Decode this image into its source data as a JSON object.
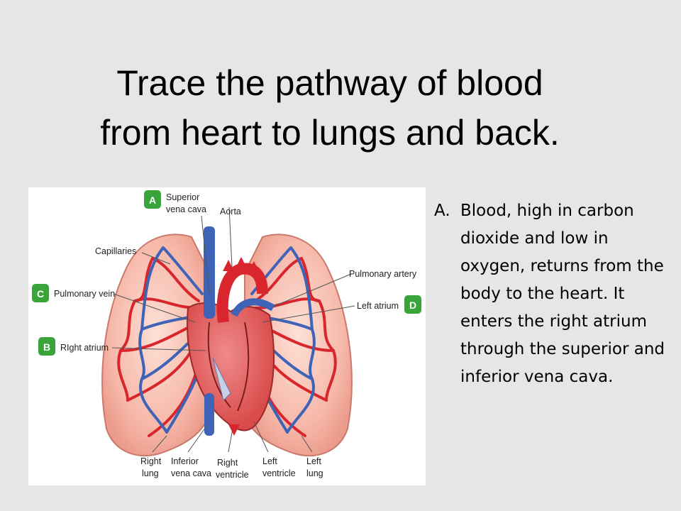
{
  "title": {
    "line1": "Trace the pathway of blood",
    "line2": "from heart to lungs and back."
  },
  "figure": {
    "labels": {
      "superior_vena_cava_1": "Superior",
      "superior_vena_cava_2": "vena cava",
      "aorta": "Aorta",
      "capillaries": "Capillaries",
      "pulmonary_artery": "Pulmonary artery",
      "pulmonary_vein": "Pulmonary vein",
      "left_atrium": "Left atrium",
      "right_atrium": "RIght atrium",
      "right_lung_1": "Right",
      "right_lung_2": "lung",
      "inferior_vena_cava_1": "Inferior",
      "inferior_vena_cava_2": "vena cava",
      "right_ventricle_1": "Right",
      "right_ventricle_2": "ventricle",
      "left_ventricle_1": "Left",
      "left_ventricle_2": "ventricle",
      "left_lung_1": "Left",
      "left_lung_2": "lung"
    },
    "badges": {
      "a": "A",
      "b": "B",
      "c": "C",
      "d": "D"
    },
    "colors": {
      "badge": "#3aa33a",
      "artery": "#d8262c",
      "vein": "#3e63b7",
      "lung": "#f4b5a8"
    }
  },
  "list": {
    "marker": "A.",
    "text": "Blood, high in carbon dioxide and low in oxygen, returns from the body to the heart. It enters the right atrium through the superior and inferior vena cava."
  }
}
